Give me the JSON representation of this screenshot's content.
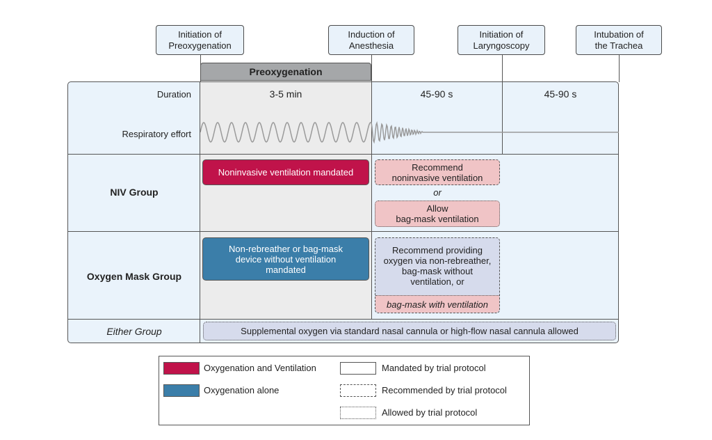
{
  "events": [
    {
      "label": "Initiation of\nPreoxygenation"
    },
    {
      "label": "Induction of\nAnesthesia"
    },
    {
      "label": "Initiation of\nLaryngoscopy"
    },
    {
      "label": "Intubation of\nthe Trachea"
    }
  ],
  "phase_label": "Preoxygenation",
  "rows": {
    "duration": {
      "label": "Duration",
      "values": [
        "3-5 min",
        "45-90 s",
        "45-90 s"
      ]
    },
    "respiratory": {
      "label": "Respiratory effort"
    },
    "niv": {
      "label": "NIV Group",
      "mandated": "Noninvasive ventilation mandated",
      "recommend": "Recommend\nnoninvasive ventilation",
      "or": "or",
      "allow": "Allow\nbag-mask ventilation"
    },
    "oxygen": {
      "label": "Oxygen Mask Group",
      "mandated": "Non-rebreather or bag-mask\ndevice without ventilation\nmandated",
      "recommend": "Recommend providing\noxygen via non-rebreather,\nbag-mask without\nventilation, or",
      "allow": "bag-mask with ventilation"
    },
    "either": {
      "label": "Either Group",
      "text": "Supplemental oxygen via standard nasal cannula or high-flow nasal cannula allowed"
    }
  },
  "legend": {
    "red": "Oxygenation and Ventilation",
    "blue": "Oxygenation alone",
    "mandated": "Mandated by trial protocol",
    "recommended": "Recommended by trial protocol",
    "allowed": "Allowed by trial protocol"
  },
  "colors": {
    "ventilation": "#c0134a",
    "oxygenation": "#3b7ea9",
    "recommend_pink": "#f0c4c6",
    "recommend_blue": "#d6dbec",
    "table_bg": "#eaf3fb",
    "preox_bg": "#ececec"
  }
}
